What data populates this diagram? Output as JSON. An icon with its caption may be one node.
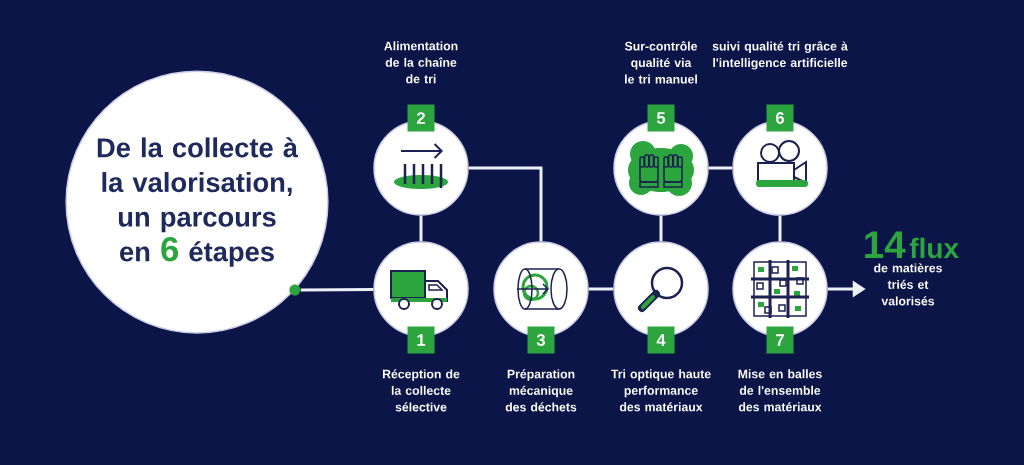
{
  "diagram": {
    "nodes": [
      {
        "text": [
          "De la collecte à la valorisation, un parcours en **6** étapes"
        ]
      },
      {
        "text": [
          "1"
        ],
        "beside": [
          "Réception de la collecte sélective"
        ]
      },
      {
        "text": [
          "2"
        ],
        "beside": [
          "Alimentation de la chaîne de tri"
        ]
      },
      {
        "text": [
          "3"
        ],
        "beside": [
          "Préparation mécanique des déchets"
        ]
      },
      {
        "text": [
          "4"
        ],
        "beside": [
          "Tri optique haute performance des matériaux"
        ]
      },
      {
        "text": [
          "5"
        ],
        "beside": [
          "Sur-contrôle qualité via le tri manuel"
        ]
      },
      {
        "text": [
          "6"
        ],
        "beside": [
          "suivi qualité tri grâce à l'intelligence artificielle"
        ]
      },
      {
        "text": [
          "7"
        ],
        "beside": [
          "Mise en balles de l'ensemble des matériaux"
        ]
      },
      {
        "text": [
          "14",
          "flux",
          "de matières triés et valorisés"
        ]
      }
    ],
    "edges": [
      {
        "from": 0,
        "to": 1,
        "arrow": "none"
      },
      {
        "from": 1,
        "to": 2,
        "arrow": "none"
      },
      {
        "from": 2,
        "to": 3,
        "arrow": "none"
      },
      {
        "from": 3,
        "to": 4,
        "arrow": "none"
      },
      {
        "from": 4,
        "to": 5,
        "arrow": "none"
      },
      {
        "from": 5,
        "to": 6,
        "arrow": "none"
      },
      {
        "from": 6,
        "to": 7,
        "arrow": "none"
      },
      {
        "from": 7,
        "to": 8,
        "arrow": "to"
      }
    ]
  }
}
